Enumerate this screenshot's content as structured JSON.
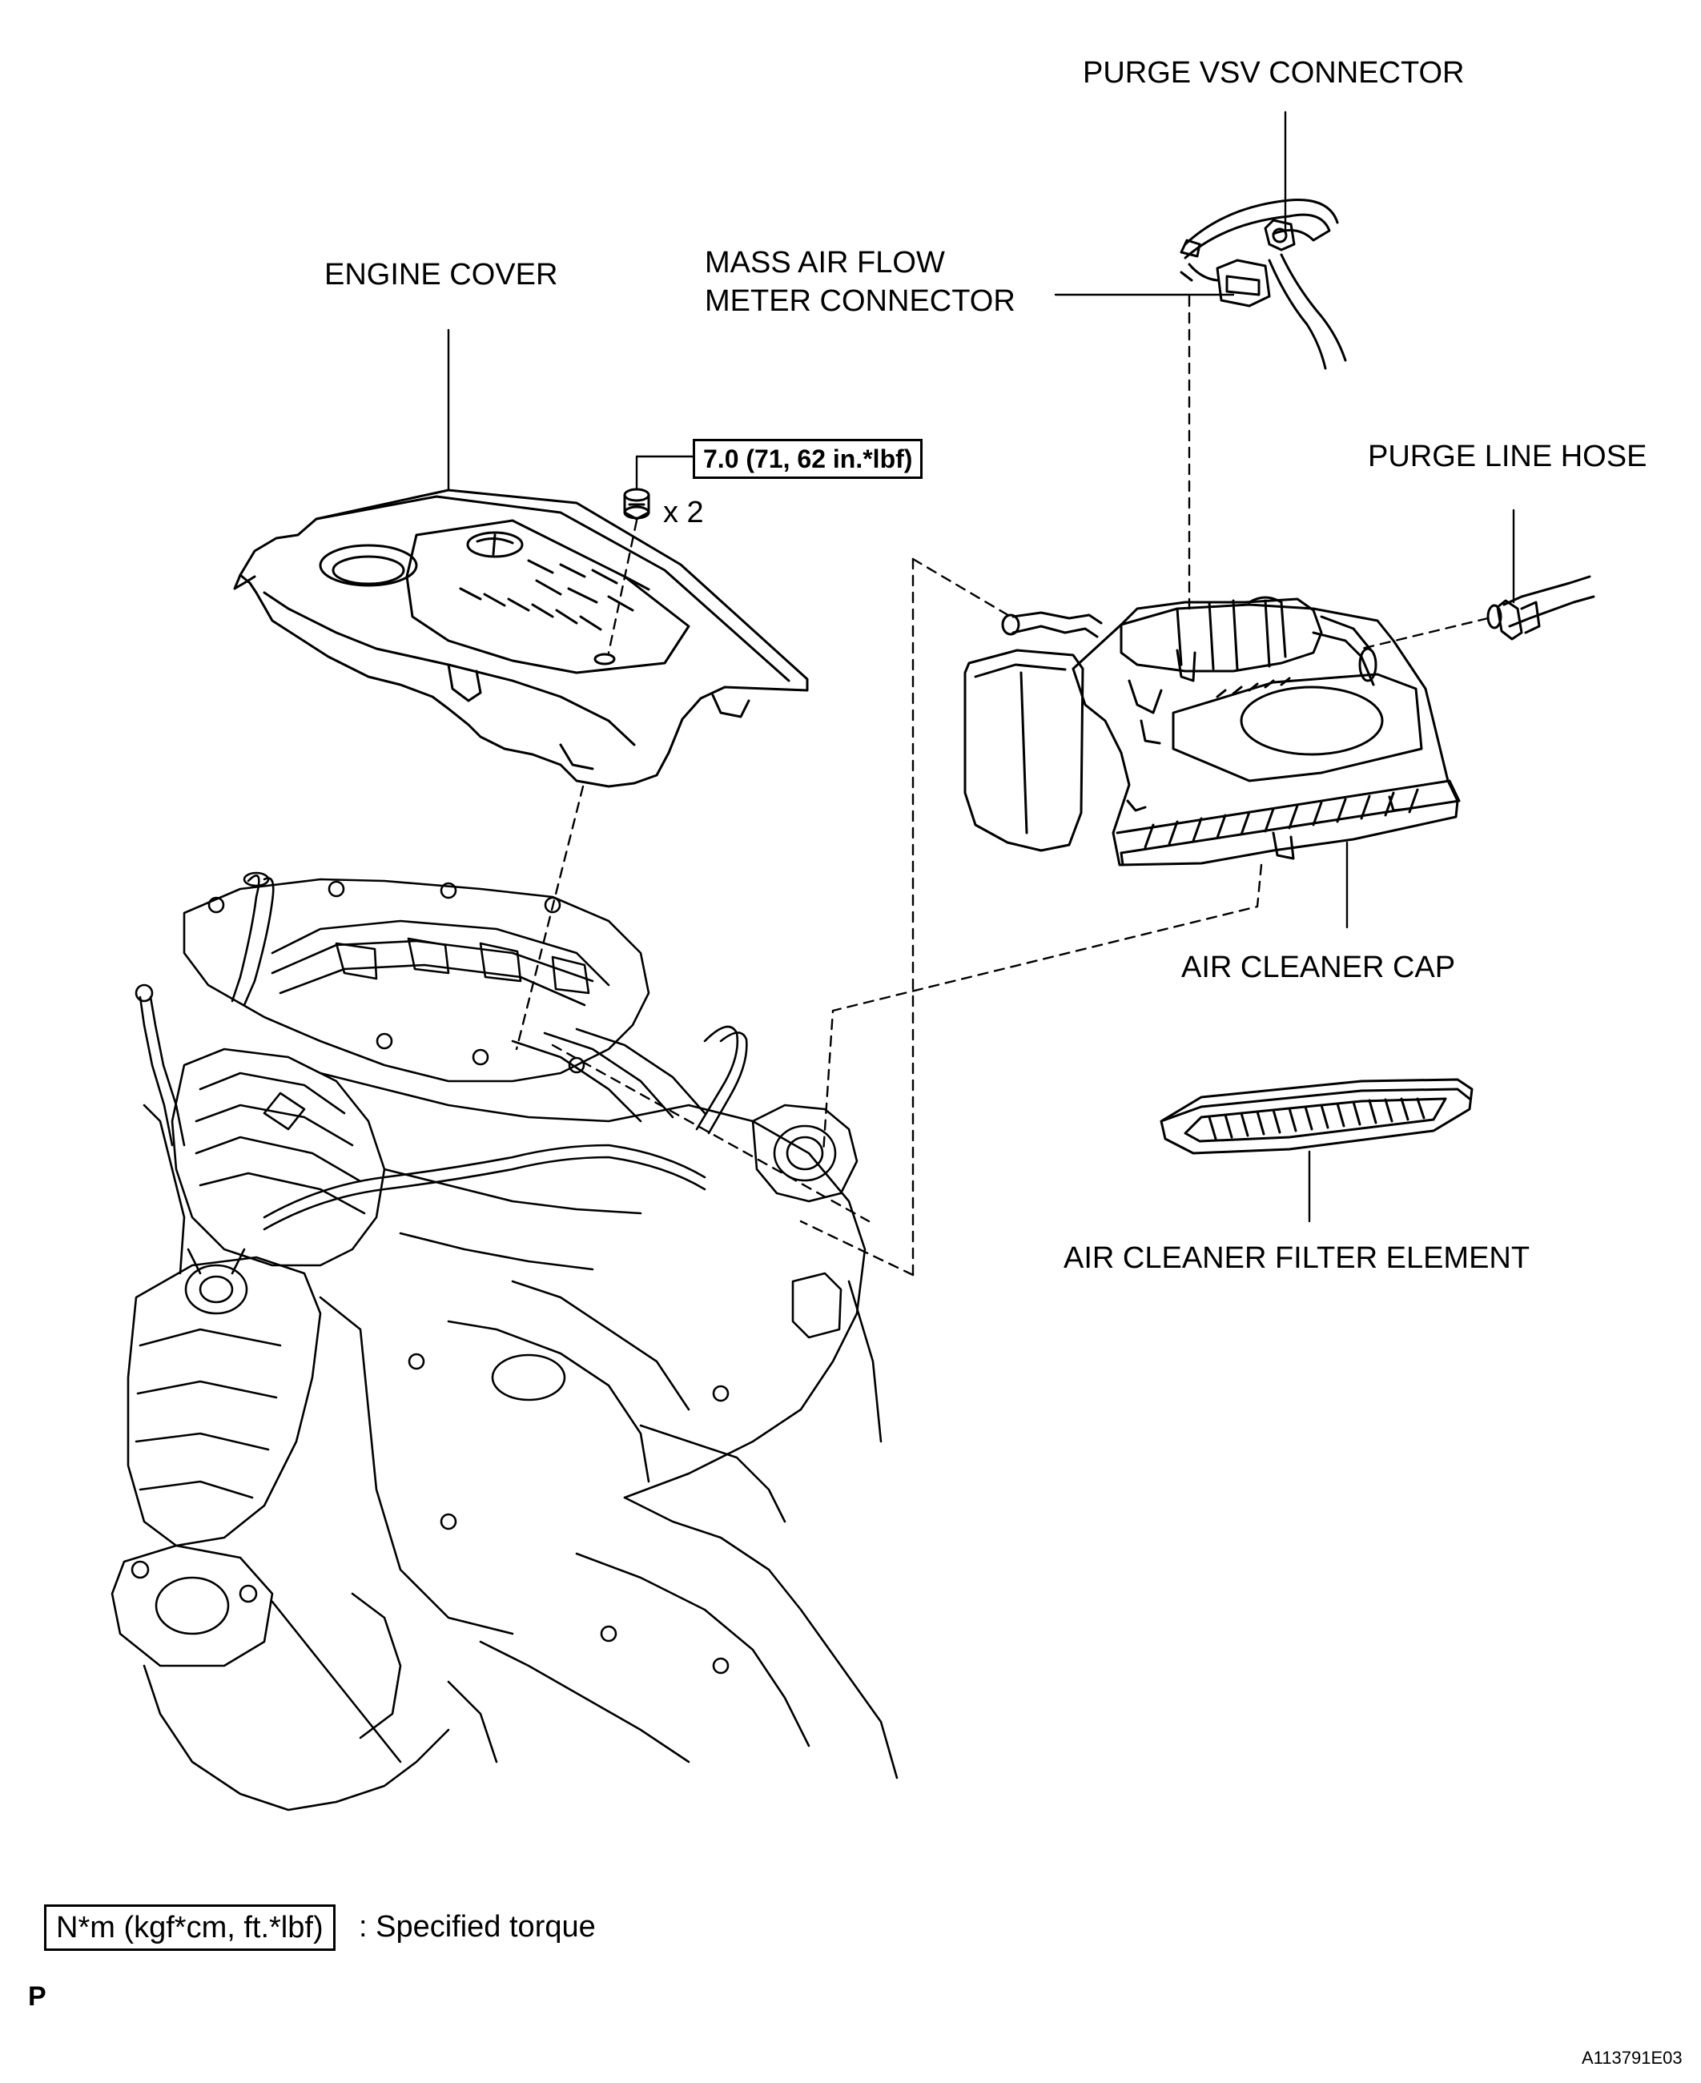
{
  "labels": {
    "purge_vsv_connector": "PURGE VSV CONNECTOR",
    "mass_air_flow_line1": "MASS AIR FLOW",
    "mass_air_flow_line2": "METER CONNECTOR",
    "engine_cover": "ENGINE COVER",
    "purge_line_hose": "PURGE LINE HOSE",
    "air_cleaner_cap": "AIR CLEANER CAP",
    "air_cleaner_filter_element": "AIR CLEANER FILTER ELEMENT",
    "nut_quantity": "x 2"
  },
  "torque": {
    "value": "7.0 (71, 62 in.*lbf)"
  },
  "legend": {
    "box_text": "N*m (kgf*cm, ft.*lbf)",
    "description": ": Specified torque"
  },
  "footer": {
    "left_mark": "P",
    "figure_code": "A113791E03"
  }
}
